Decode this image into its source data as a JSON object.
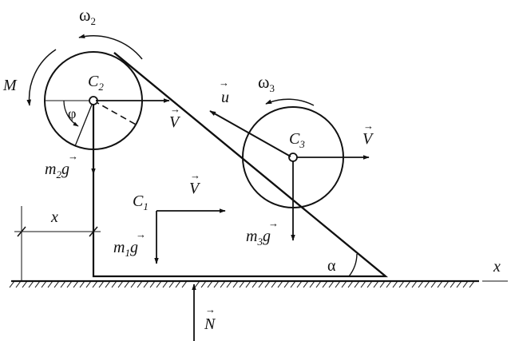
{
  "labels": {
    "omega2": "ω",
    "omega2_sub": "2",
    "omega3": "ω",
    "omega3_sub": "3",
    "moment": "M",
    "c2": "C",
    "c2_sub": "2",
    "c3": "C",
    "c3_sub": "3",
    "c1": "C",
    "c1_sub": "1",
    "phi": "φ",
    "v_c2": "V",
    "v_c3": "V",
    "v_c1": "V",
    "u": "u",
    "m2g_m": "m",
    "m2g_sub": "2",
    "m2g_g": "g",
    "m3g_m": "m",
    "m3g_sub": "3",
    "m3g_g": "g",
    "m1g_m": "m",
    "m1g_sub": "1",
    "m1g_g": "g",
    "x_dim": "x",
    "x_axis": "x",
    "alpha": "α",
    "normal": "N",
    "vec_arrow": "→"
  }
}
